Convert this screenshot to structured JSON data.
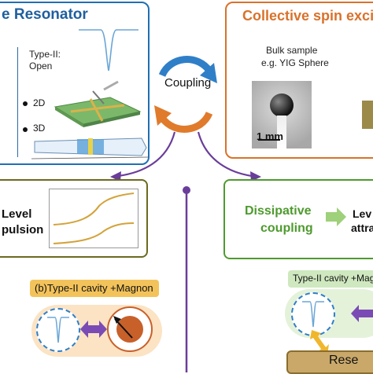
{
  "resonator": {
    "title": "e Resonator",
    "type_label": "Type-II:",
    "type_value": "Open",
    "dim_2d": "2D",
    "dim_3d": "3D"
  },
  "spin": {
    "title": "Collective spin excit",
    "sample_line1": "Bulk sample",
    "sample_line2": "e.g. YIG Sphere",
    "scale": "1 mm"
  },
  "coupling": {
    "label": "Coupling"
  },
  "level_repulsion": {
    "line1": "Level",
    "line2": "pulsion"
  },
  "dissipative": {
    "line1": "Dissipative",
    "line2": "coupling",
    "result1": "Lev",
    "result2": "attra"
  },
  "type2_magnon": {
    "label": "(b)Type-II cavity +Magnon"
  },
  "type2_magnon_right": {
    "label": "Type-II cavity +Mag"
  },
  "reservoir": {
    "label": "Rese"
  },
  "colors": {
    "blue": "#1f6fb5",
    "orange": "#d9722b",
    "olive": "#6b6a1e",
    "green": "#4e9a2e",
    "purple": "#6a3d9a",
    "gold": "#d3a33a"
  }
}
